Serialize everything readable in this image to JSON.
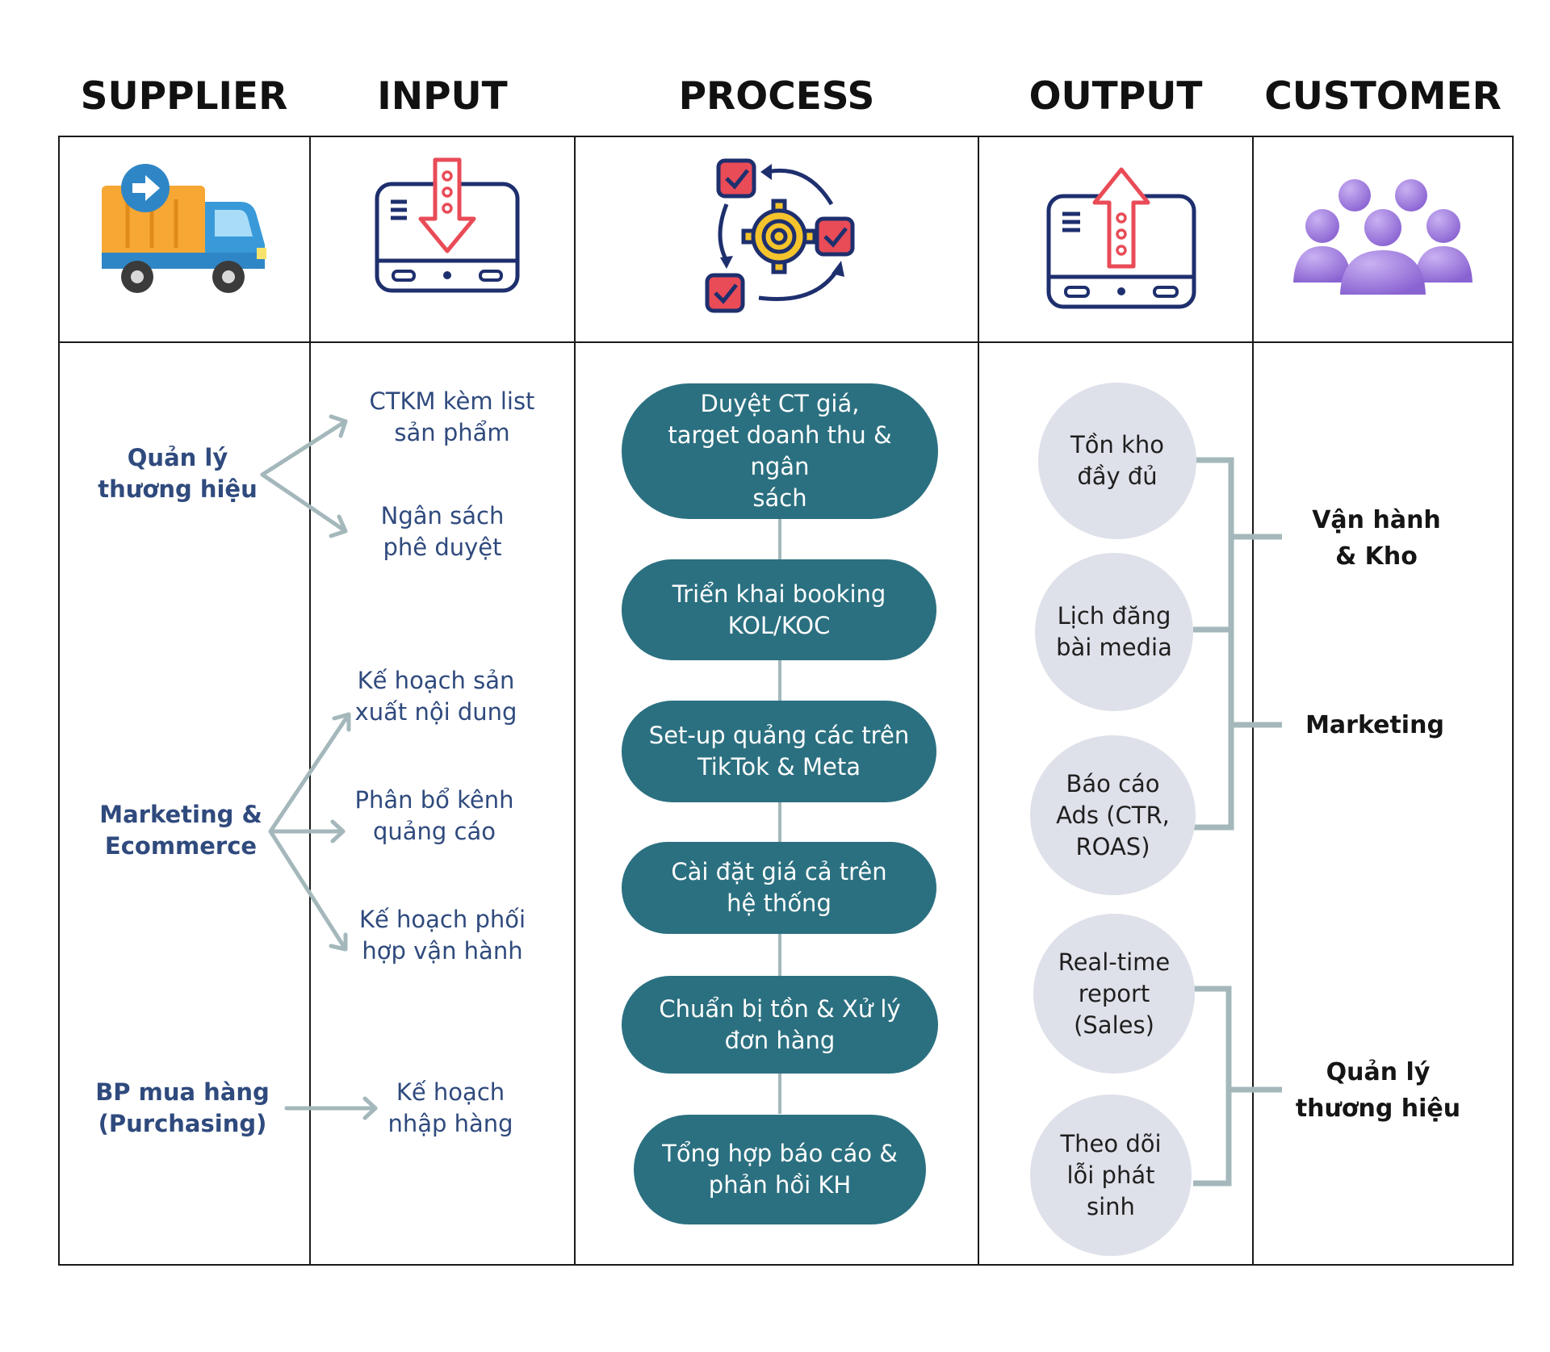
{
  "headers": {
    "supplier": "SUPPLIER",
    "input": "INPUT",
    "process": "PROCESS",
    "output": "OUTPUT",
    "customer": "CUSTOMER"
  },
  "icons": {
    "supplier": "delivery-truck-icon",
    "input": "download-tablet-icon",
    "process": "gear-cycle-checklist-icon",
    "output": "upload-tablet-icon",
    "customer": "user-group-icon"
  },
  "suppliers": [
    "Quản lý\nthương hiệu",
    "Marketing &\nEcommerce",
    "BP mua hàng\n(Purchasing)"
  ],
  "inputs": [
    "CTKM kèm list\nsản phẩm",
    "Ngân sách\nphê duyệt",
    "Kế hoạch sản\nxuất nội dung",
    "Phân bổ kênh\nquảng cáo",
    "Kế hoạch phối\nhợp vận hành",
    "Kế hoạch\nnhập hàng"
  ],
  "process_steps": [
    "Duyệt CT giá,\ntarget doanh thu & ngân\nsách",
    "Triển khai booking\nKOL/KOC",
    "Set-up quảng các trên\nTikTok & Meta",
    "Cài đặt giá cả trên\nhệ thống",
    "Chuẩn bị tồn & Xử lý\nđơn hàng",
    "Tổng hợp báo cáo &\nphản hồi KH"
  ],
  "outputs": [
    "Tồn kho\nđầy đủ",
    "Lịch đăng\nbài media",
    "Báo cáo\nAds (CTR,\nROAS)",
    "Real-time\nreport\n(Sales)",
    "Theo dõi\nlỗi phát\nsinh"
  ],
  "customers": [
    "Vận hành\n& Kho",
    "Marketing",
    "Quản lý\nthương hiệu"
  ],
  "colors": {
    "process_fill": "#2b7080",
    "output_fill": "#dfe1ea",
    "connector": "#a4b8bb",
    "supplier_text": "#2f4a7d"
  }
}
